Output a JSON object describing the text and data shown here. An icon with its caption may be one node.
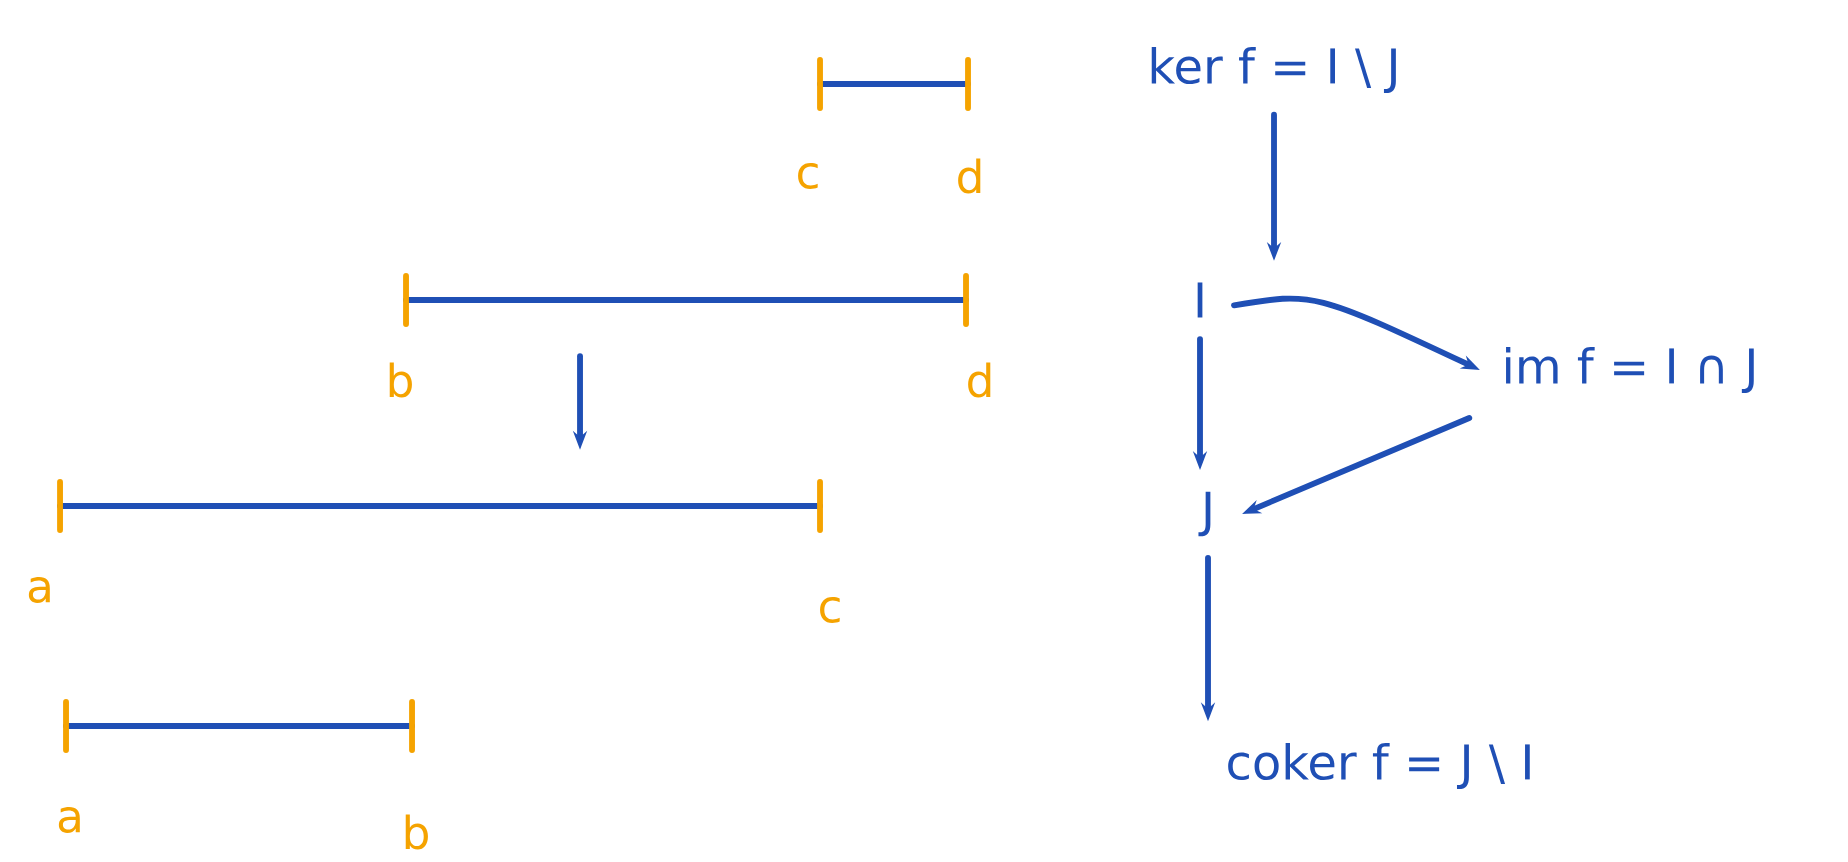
{
  "diagram": {
    "nodes": [
      {
        "text": [
          "c",
          "d"
        ]
      },
      {
        "text": [
          "ker f = I \\ J"
        ]
      },
      {
        "text": [
          "b",
          "d"
        ]
      },
      {
        "text": [
          "I"
        ]
      },
      {
        "text": [
          "im f = I ∩ J"
        ]
      },
      {
        "text": [
          "J"
        ]
      },
      {
        "text": [
          "a",
          "c"
        ]
      },
      {
        "text": [
          "coker f = J \\ I"
        ]
      },
      {
        "text": [
          "a",
          "b"
        ]
      }
    ],
    "edges": [
      {
        "from": 1,
        "to": 3,
        "arrow": "to"
      },
      {
        "from": 3,
        "to": 5,
        "arrow": "to"
      },
      {
        "from": 3,
        "to": 4,
        "arrow": "to"
      },
      {
        "from": 4,
        "to": 5,
        "arrow": "to"
      },
      {
        "from": 5,
        "to": 7,
        "arrow": "to"
      },
      {
        "from": 2,
        "to": 6,
        "arrow": "to"
      }
    ]
  }
}
